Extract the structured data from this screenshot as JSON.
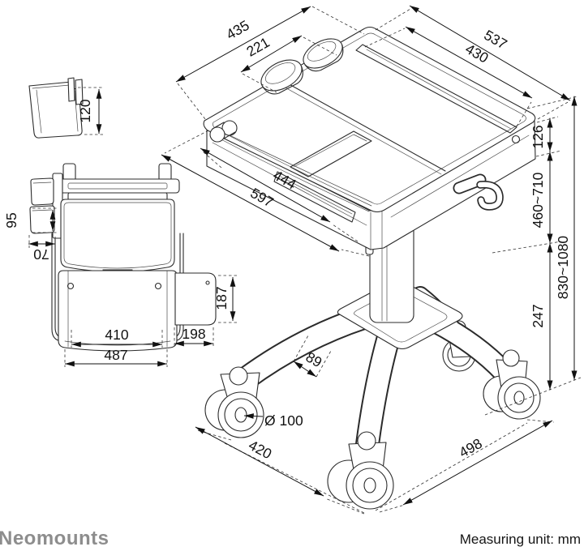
{
  "footer": {
    "brand": "Neomounts",
    "measuring_unit": "Measuring unit: mm"
  },
  "dimensions": {
    "basket_height": "120",
    "bin_height": "95",
    "bin_depth": "70",
    "rear_module_height": "187",
    "rear_inner_width": "410",
    "rear_module_width": "198",
    "rear_outer_width": "487",
    "top_depth_total": "435",
    "top_depth_rear": "221",
    "top_width_total": "537",
    "top_slot_width": "430",
    "worktop_depth": "444",
    "worktop_depth_total": "597",
    "front_panel_height": "126",
    "height_adjust_range": "460~710",
    "overall_height_range": "830~1080",
    "base_column_height": "247",
    "leg_gap": "89",
    "caster_diameter": "Ø 100",
    "wheelbase_left": "420",
    "wheelbase_right": "498"
  }
}
